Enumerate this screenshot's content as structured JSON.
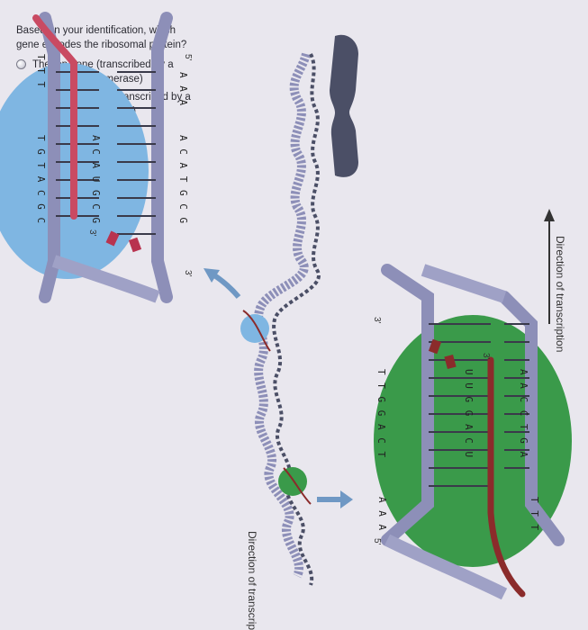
{
  "question": {
    "prompt": "Based on your identification, which gene encodes the ribosomal protein?",
    "options": [
      {
        "label": "The top gene (transcribed by a green RNA polymerase)"
      },
      {
        "label": "The bottom gene (transcribed by a blue RNA polymerase)"
      }
    ]
  },
  "diagram": {
    "direction_label": "Direction of transcription",
    "top_gene": {
      "strand_sequence": "T T G G A C T",
      "rna_sequence": "U U G G A C U",
      "lower_sequence": "A A C C T G A",
      "end_3": "3'",
      "end_5": "5'",
      "aaa": "A A A",
      "ttt": "T T T",
      "prime_3_rna": "3'"
    },
    "bottom_gene": {
      "upper_sequence": "A C A T G C G",
      "rna_sequence": "A C A U G C G",
      "lower_sequence": "T G T A C G C",
      "end_5": "5'",
      "end_3": "3'",
      "aaa": "A A A",
      "ttt": "T T T",
      "prime_3_rna": "3'"
    },
    "colors": {
      "green_polymerase": "#3a9a4a",
      "blue_polymerase": "#7fb6e2",
      "dna_strand": "#8d8fb8",
      "top_rna": "#8b2b2b",
      "bottom_rna": "#c94a62",
      "arrow": "#6f98c4"
    }
  }
}
